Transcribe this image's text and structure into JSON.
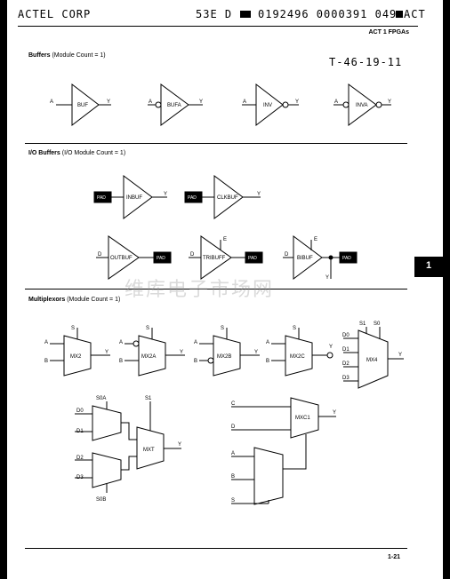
{
  "header": {
    "company": "ACTEL CORP",
    "code": "53E D",
    "barcode_text": "0192496 0000391 049",
    "brand": "ACT",
    "section": "ACT 1 FPGAs"
  },
  "handwritten_note": "T-46-19-11",
  "watermark": "维库电子市场网",
  "side_tab": "1",
  "sections": {
    "buffers": {
      "title": "Buffers",
      "note": "(Module Count = 1)"
    },
    "io_buffers": {
      "title": "I/O Buffers",
      "note": "(I/O Module Count = 1)"
    },
    "multiplexors": {
      "title": "Multiplexors",
      "note": "(Module Count = 1)"
    }
  },
  "page_number": "1-21",
  "labels": {
    "A": "A",
    "B": "B",
    "C": "C",
    "D": "D",
    "E": "E",
    "S": "S",
    "Y": "Y",
    "S0": "S0",
    "S1": "S1",
    "S0A": "S0A",
    "S0B": "S0B",
    "D0": "D0",
    "D1": "D1",
    "D2": "D2",
    "D3": "D3",
    "PAD": "PAD",
    "BUF": "BUF",
    "BUFA": "BUFA",
    "INV": "INV",
    "INVA": "INVA",
    "INBUF": "INBUF",
    "CLKBUF": "CLKBUF",
    "OUTBUF": "OUTBUF",
    "TRIBUFF": "TRIBUFF",
    "BIBUF": "BIBUF",
    "MX2": "MX2",
    "MX2A": "MX2A",
    "MX2B": "MX2B",
    "MX2C": "MX2C",
    "MX4": "MX4",
    "MXT": "MXT",
    "MXC1": "MXC1"
  }
}
